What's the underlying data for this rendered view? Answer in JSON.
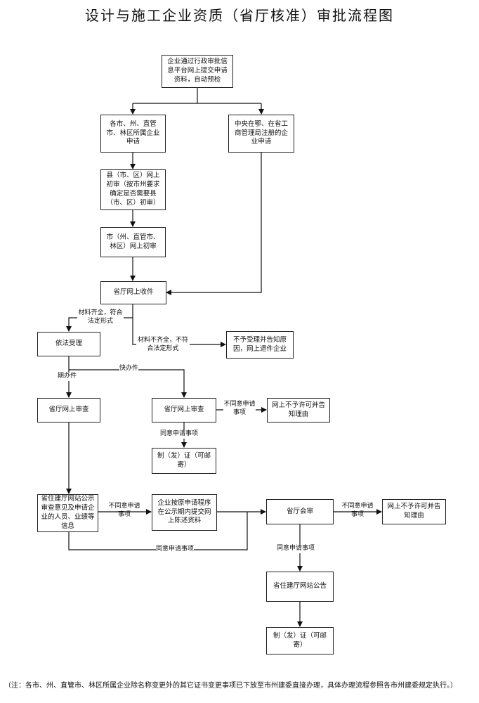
{
  "title": "设计与施工企业资质（省厅核准）审批流程图",
  "boxes": {
    "start": "企业通过行政审批信息平台网上提交申请资料，自动预检",
    "local_apply": "各市、州、直管市、林区所属企业申请",
    "central_apply": "中央在鄂、在省工商管理局注册的企业申请",
    "county_review": "县（市、区）网上初审（按市州要求确定是否需要县（市、区）初审）",
    "city_review": "市（州、直管市、林区）网上初审",
    "province_receive": "省厅网上收件",
    "accept": "依法受理",
    "reject_notice": "不予受理并告知原因，网上退件企业",
    "review_period": "省厅网上审查",
    "review_fast": "省厅网上审查",
    "deny_fast": "网上不予许可并告知理由",
    "cert_fast": "制（发）证（可邮寄）",
    "publicity": "省住建厅网站公示审查意见及申请企业的人员、业绩等信息",
    "supplement": "企业按原申请程序在公示期内提交网上陈述资料",
    "joint_review": "省厅会审",
    "deny_joint": "网上不予许可并告知理由",
    "announce": "省住建厅网站公告",
    "cert_final": "制（发）证（可邮寄）"
  },
  "labels": {
    "complete": "材料齐全，符合法定形式",
    "incomplete": "材料不齐全，不符合法定形式",
    "fast_track": "快办件",
    "period_track": "期办件",
    "disagree_1": "不同意申请事项",
    "agree_1": "同意申请事项",
    "disagree_2": "不同意申请事项",
    "disagree_3": "不同意申请事项",
    "agree_2": "同意申请事项",
    "agree_3": "同意申请事项"
  },
  "note": "（注：各市、州、直管市、林区所属企业除名称变更外的其它证书变更事项已下放至市州建委直接办理，具体办理流程参照各市州建委规定执行。）"
}
